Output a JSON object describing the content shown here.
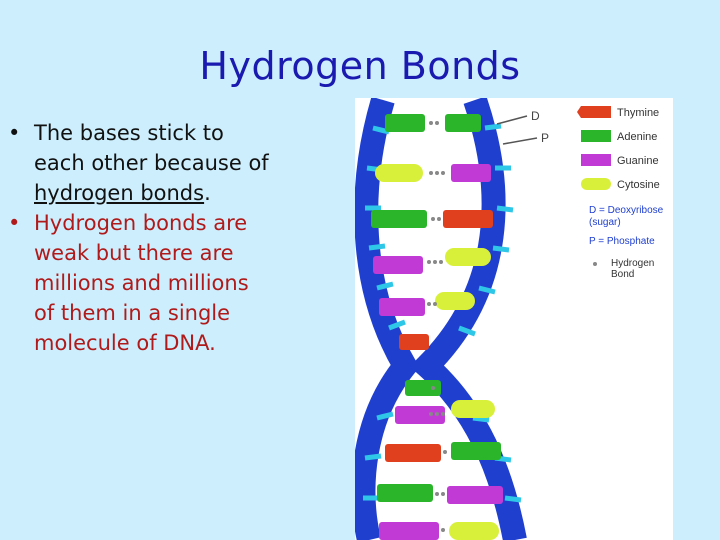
{
  "slide": {
    "title": "Hydrogen Bonds",
    "bullet_glyph": "•",
    "bullet1": {
      "lines": [
        "The bases stick to",
        "each other because of",
        "hydrogen bonds",
        "."
      ],
      "underline": "hydrogen bonds"
    },
    "bullet2": {
      "lines": [
        "Hydrogen bonds are",
        "weak but there are",
        "millions and millions",
        "of them in a  single",
        "molecule of DNA."
      ]
    }
  },
  "diagram": {
    "labels": {
      "d": "D",
      "p": "P"
    },
    "legend": {
      "thymine": "Thymine",
      "adenine": "Adenine",
      "guanine": "Guanine",
      "cytosine": "Cytosine",
      "deoxy_line1": "D = Deoxyribose",
      "deoxy_line2": "(sugar)",
      "phosphate": "P = Phosphate",
      "hbond_line1": "Hydrogen",
      "hbond_line2": "Bond"
    },
    "colors": {
      "thymine": "#e0401e",
      "adenine": "#2ab52a",
      "guanine": "#c23ad6",
      "cytosine": "#d8f03a",
      "backbone": "#1f3fcf",
      "rungs": "#2fc7e8"
    }
  }
}
